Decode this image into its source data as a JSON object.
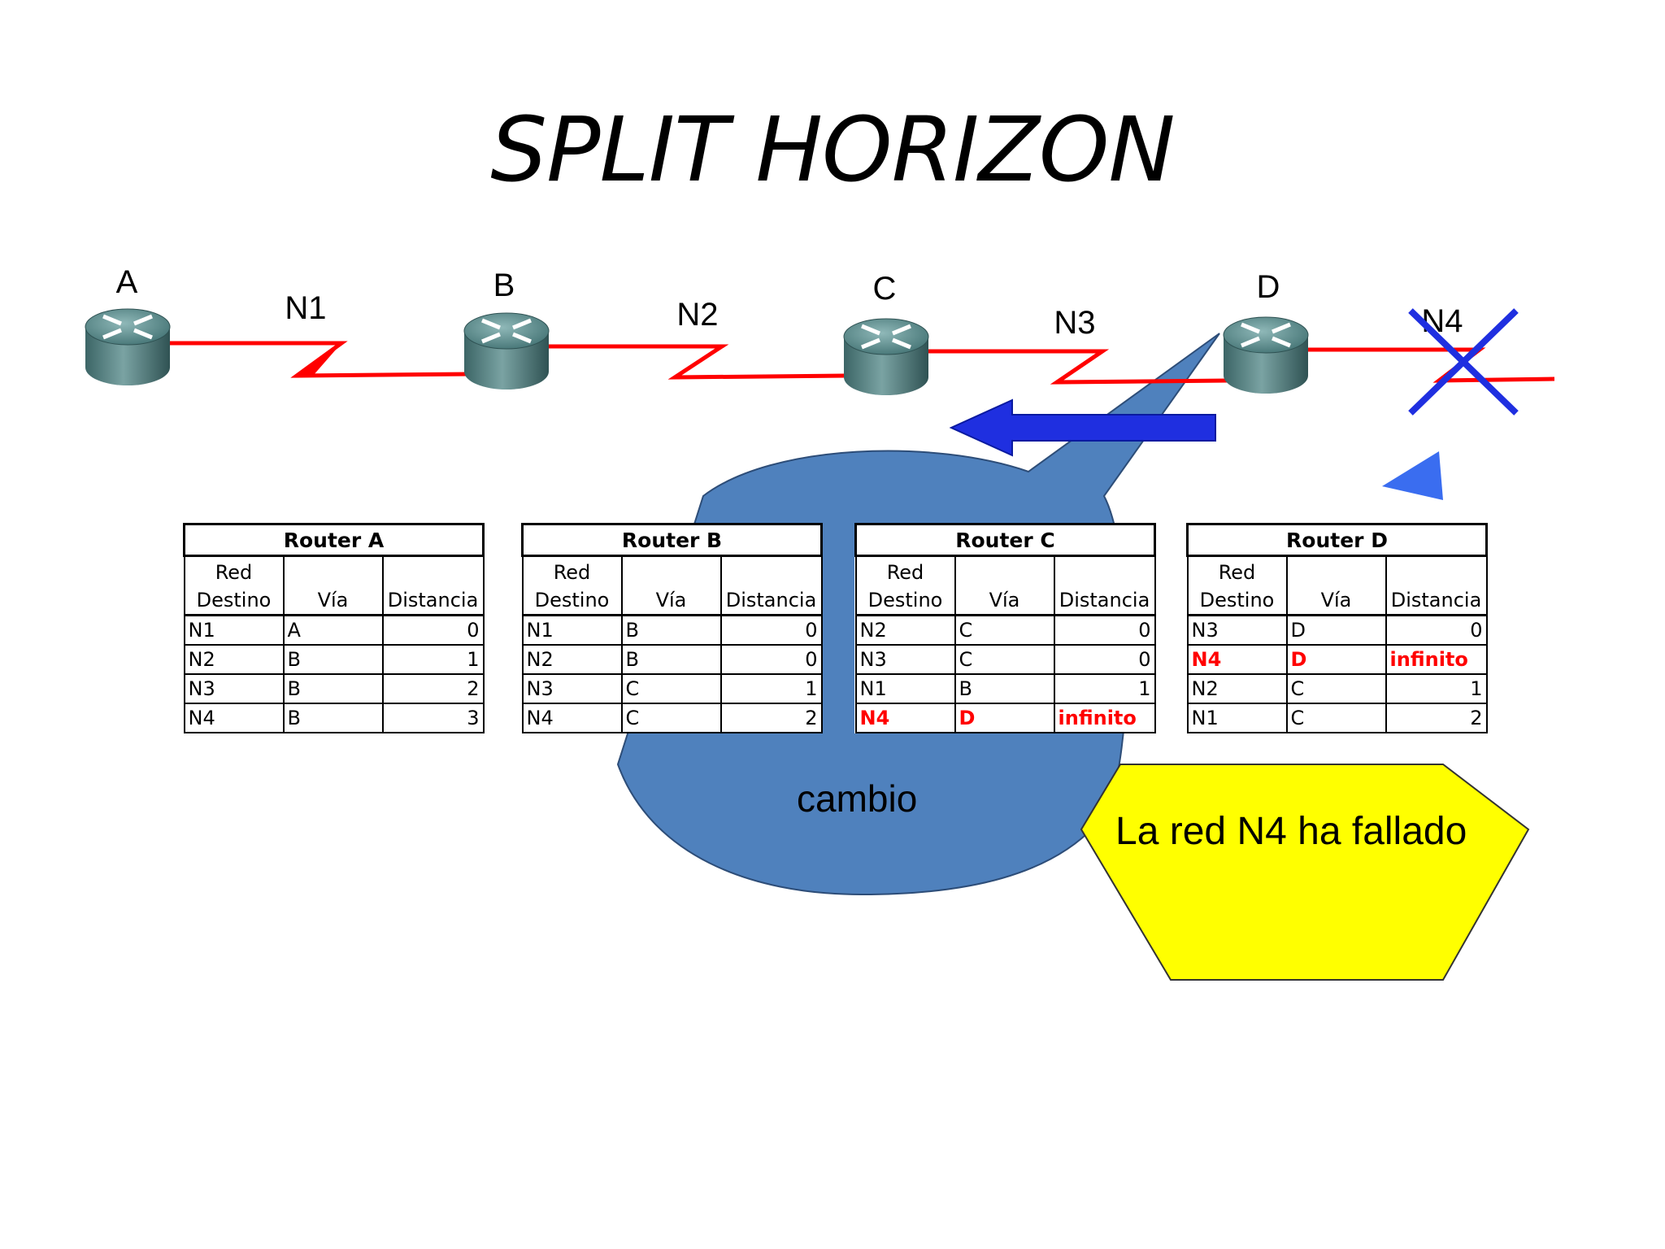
{
  "slide": {
    "title": "SPLIT HORIZON",
    "routers": [
      {
        "name": "A"
      },
      {
        "name": "B"
      },
      {
        "name": "C"
      },
      {
        "name": "D"
      }
    ],
    "networks": [
      "N1",
      "N2",
      "N3",
      "N4"
    ],
    "failed_network": "N4",
    "cambio_label": "cambio",
    "callout_text": "La red N4 ha fallado",
    "colors": {
      "link": "#ff0000",
      "arrow": "#1f2fe0",
      "fail_x": "#1f2fe0",
      "bubble": "#4f81bd",
      "callout": "#ffff00",
      "alert_text": "#ff0000"
    }
  },
  "tables": [
    {
      "title": "Router A",
      "headers": [
        "Red Destino",
        "Vía",
        "Distancia"
      ],
      "rows": [
        {
          "red": "N1",
          "via": "A",
          "dist": "0",
          "alert": false
        },
        {
          "red": "N2",
          "via": "B",
          "dist": "1",
          "alert": false
        },
        {
          "red": "N3",
          "via": "B",
          "dist": "2",
          "alert": false
        },
        {
          "red": "N4",
          "via": "B",
          "dist": "3",
          "alert": false
        }
      ]
    },
    {
      "title": "Router B",
      "headers": [
        "Red Destino",
        "Vía",
        "Distancia"
      ],
      "rows": [
        {
          "red": "N1",
          "via": "B",
          "dist": "0",
          "alert": false
        },
        {
          "red": "N2",
          "via": "B",
          "dist": "0",
          "alert": false
        },
        {
          "red": "N3",
          "via": "C",
          "dist": "1",
          "alert": false
        },
        {
          "red": "N4",
          "via": "C",
          "dist": "2",
          "alert": false
        }
      ]
    },
    {
      "title": "Router C",
      "headers": [
        "Red Destino",
        "Vía",
        "Distancia"
      ],
      "rows": [
        {
          "red": "N2",
          "via": "C",
          "dist": "0",
          "alert": false
        },
        {
          "red": "N3",
          "via": "C",
          "dist": "0",
          "alert": false
        },
        {
          "red": "N1",
          "via": "B",
          "dist": "1",
          "alert": false
        },
        {
          "red": "N4",
          "via": "D",
          "dist": "infinito",
          "alert": true
        }
      ]
    },
    {
      "title": "Router D",
      "headers": [
        "Red Destino",
        "Vía",
        "Distancia"
      ],
      "rows": [
        {
          "red": "N3",
          "via": "D",
          "dist": "0",
          "alert": false
        },
        {
          "red": "N4",
          "via": "D",
          "dist": "infinito",
          "alert": true
        },
        {
          "red": "N2",
          "via": "C",
          "dist": "1",
          "alert": false
        },
        {
          "red": "N1",
          "via": "C",
          "dist": "2",
          "alert": false
        }
      ]
    }
  ]
}
